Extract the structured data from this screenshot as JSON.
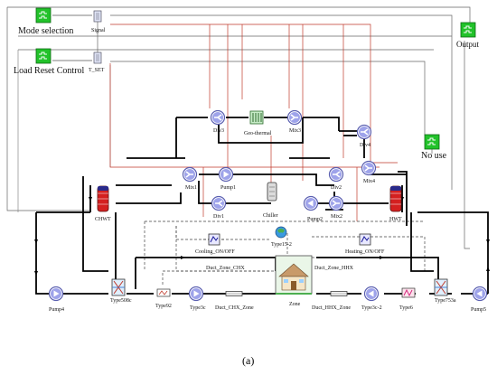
{
  "blocks": {
    "mode_selection": "Mode selection",
    "load_reset_control": "Load Reset Control",
    "signal": "Signal",
    "t_set": "T_SET",
    "output": "Output",
    "no_use": "No use"
  },
  "components": {
    "div3": "Div3",
    "geo_thermal": "Geo-thermal",
    "mix3": "Mix3",
    "div4": "Div4",
    "mix1": "Mix1",
    "pump1": "Pump1",
    "div2": "Div2",
    "mix4": "Mix4",
    "chwt": "CHWT",
    "div1": "Div1",
    "chiller": "Chiller",
    "pump2": "Pump2",
    "mix2": "Mix2",
    "hwt": "HWT",
    "cooling_on_off": "Cooling_ON/OFF",
    "type15_2": "Type15-2",
    "heating_on_off": "Heating_ON/OFF",
    "duct_zone_chx": "Duct_Zone_CHX",
    "duct_zone_hhx": "Duct_Zone_HHX",
    "pump4": "Pump4",
    "type508c": "Type508c",
    "type92": "Type92",
    "type3c": "Type3c",
    "duct_chx_zone": "Duct_CHX_Zone",
    "zone": "Zone",
    "duct_hhx_zone": "Duct_HHX_Zone",
    "type3c_2": "Type3c-2",
    "type6": "Type6",
    "type753a": "Type753a",
    "pump5": "Pump5"
  },
  "caption": "(a)",
  "colors": {
    "control_line": "#c0392b",
    "signal_line": "#555555",
    "pipe": "#000000",
    "block_green": "#22c22a",
    "pump_fill": "#8a8fe0",
    "tank_red": "#d42020"
  }
}
